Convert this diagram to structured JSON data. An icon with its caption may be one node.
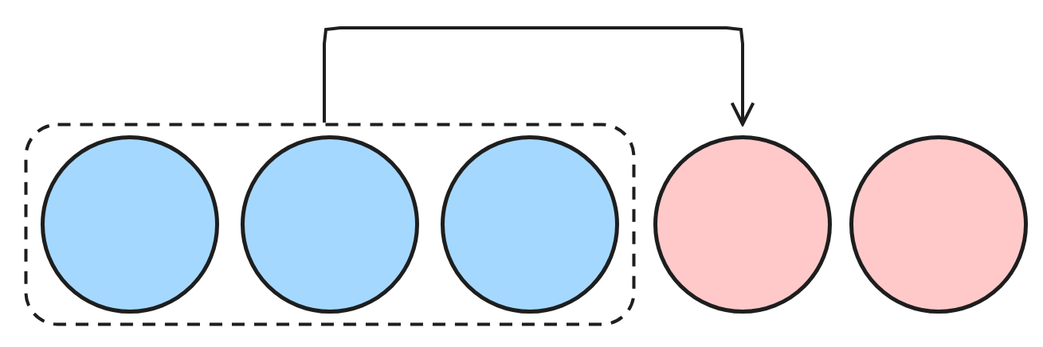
{
  "diagram": {
    "nodes": [
      {
        "text": [],
        "shape": "box"
      },
      {
        "text": [],
        "shape": "circle",
        "in": 0
      },
      {
        "text": [],
        "shape": "circle",
        "in": 0
      },
      {
        "text": [],
        "shape": "circle",
        "in": 0
      },
      {
        "text": [],
        "shape": "circle"
      },
      {
        "text": [],
        "shape": "circle"
      }
    ],
    "edges": [
      {
        "from": 0,
        "to": 4,
        "arrow": "to"
      }
    ]
  }
}
